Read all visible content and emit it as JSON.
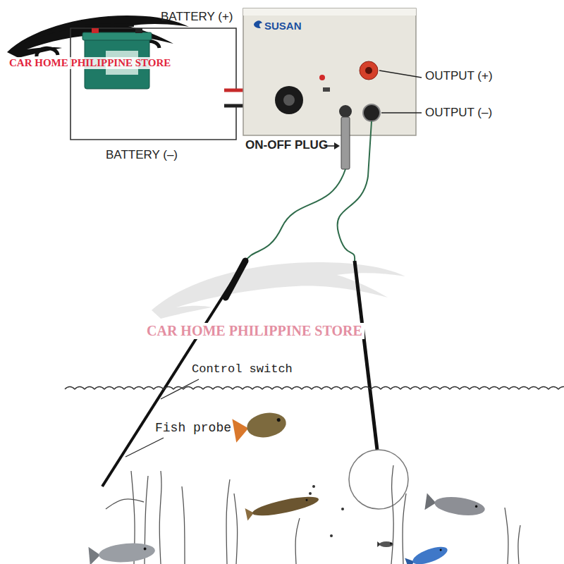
{
  "diagram": {
    "nodes": [
      {
        "text": [
          "SUSAN"
        ]
      }
    ],
    "labels": [
      "CAR HOME PHILIPPINE STORE",
      "BATTERY (+)",
      "BATTERY (–)",
      "OUTPUT (+)",
      "OUTPUT (–)",
      "ON-OFF PLUG",
      "CAR HOME PHILIPPINE STORE",
      "Control switch",
      "Fish probe"
    ]
  }
}
